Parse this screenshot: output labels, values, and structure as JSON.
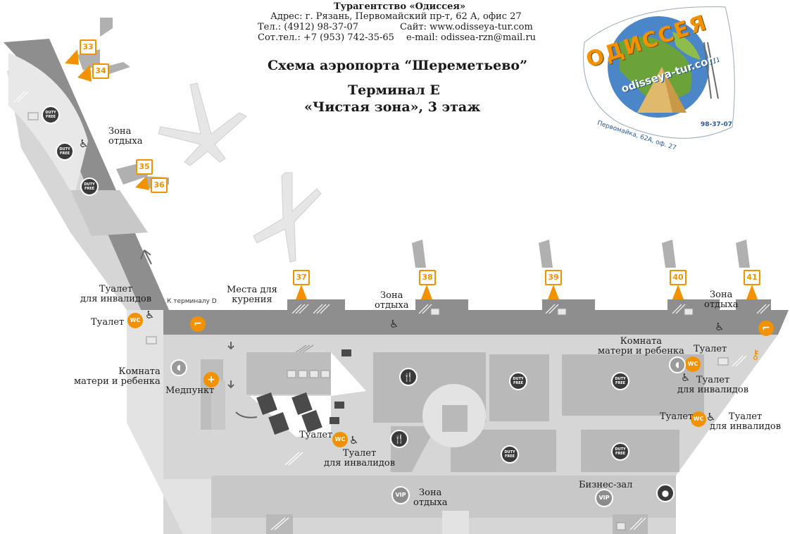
{
  "header": {
    "agency": "Турагентство «Одиссея»",
    "address": "Адрес: г. Рязань, Первомайский пр-т, 62 А, офис 27",
    "phone": "Тел.: (4912) 98-37-07",
    "site": "Сайт: www.odisseya-tur.com",
    "mobile": "Сот.тел.: +7 (953) 742-35-65",
    "email": "e-mail: odissea-rzn@mail.ru"
  },
  "titles": {
    "scheme": "Схема аэропорта “Шереметьево”",
    "terminal": "Терминал E",
    "zone": "«Чистая зона», 3 этаж"
  },
  "logo": {
    "brand": "ОДИССЕЯ",
    "site": "odisseya-tur.com",
    "address": "Первомайка, 62А, оф. 27",
    "phone": "98-37-07"
  },
  "gates": [
    "33",
    "34",
    "35",
    "36",
    "37",
    "38",
    "39",
    "40",
    "41"
  ],
  "labels": {
    "rest_zone_1": [
      "Зона",
      "отдыха"
    ],
    "smoking": [
      "Места для",
      "курения"
    ],
    "rest_zone_2": [
      "Зона",
      "отдыха"
    ],
    "rest_zone_3": [
      "Зона",
      "отдыха"
    ],
    "rest_zone_4": [
      "Зона",
      "отдыха"
    ],
    "disabled_toilet_left": [
      "Туалет",
      "для инвалидов"
    ],
    "toilet_left": "Туалет",
    "mother_child_left": [
      "Комната",
      "матери и ребенка"
    ],
    "medpoint": "Медпункт",
    "toilet_center": "Туалет",
    "disabled_toilet_center": "для инвалидов",
    "mother_child_right": [
      "Комната",
      "матери и ребенка"
    ],
    "toilet_right_top": "Туалет",
    "disabled_toilet_right_top": [
      "Туалет",
      "для инвалидов"
    ],
    "toilet_right": "Туалет",
    "disabled_toilet_right": [
      "Туалет",
      "для инвалидов"
    ],
    "business_lounge": "Бизнес-зал",
    "to_terminal_d": "К терминалу D"
  },
  "badges": {
    "duty_free": [
      "DUTY",
      "FREE"
    ],
    "wc": "WC",
    "vip": "VIP"
  },
  "colors": {
    "accent": "#f39200",
    "corridor": "#8a8a8a",
    "floor": "#d4d4d4",
    "block": "#bdbdbd"
  },
  "icons": [
    "wheelchair-icon",
    "wc-icon",
    "duty-free-icon",
    "vip-icon",
    "smoking-icon",
    "medical-cross-icon",
    "restaurant-icon",
    "baby-care-icon",
    "escalator-icon",
    "elevator-icon",
    "airplane-icon",
    "arrow-icon"
  ]
}
